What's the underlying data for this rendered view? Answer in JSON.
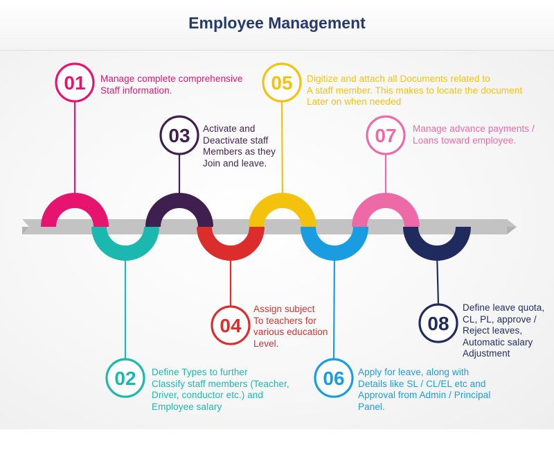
{
  "title": "Employee Management",
  "steps": [
    {
      "number": "01",
      "color": "#e6146e",
      "text": "Manage complete comprehensive\nStaff information."
    },
    {
      "number": "02",
      "color": "#1bb8b0",
      "text": "Define Types to further\nClassify staff members (Teacher,\nDriver, conductor etc.) and\nEmployee salary"
    },
    {
      "number": "03",
      "color": "#3f1f4f",
      "text": "Activate and\nDeactivate staff\nMembers as they\nJoin and leave."
    },
    {
      "number": "04",
      "color": "#dc2d2d",
      "text": "Assign subject\nTo teachers for\nvarious education\nLevel."
    },
    {
      "number": "05",
      "color": "#f4c20d",
      "text": "Digitize and attach all Documents related to\nA staff member. This makes to locate the document\nLater on when needed"
    },
    {
      "number": "06",
      "color": "#1a9de0",
      "text": "Apply for leave, along with\nDetails like SL / CL/EL etc and\nApproval from Admin / Principal\nPanel."
    },
    {
      "number": "07",
      "color": "#ee6aa7",
      "text": "Manage advance payments /\nLoans toward employee."
    },
    {
      "number": "08",
      "color": "#1f2b5e",
      "text": "Define leave quota,\nCL, PL, approve /\nReject leaves,\nAutomatic salary\nAdjustment"
    }
  ]
}
